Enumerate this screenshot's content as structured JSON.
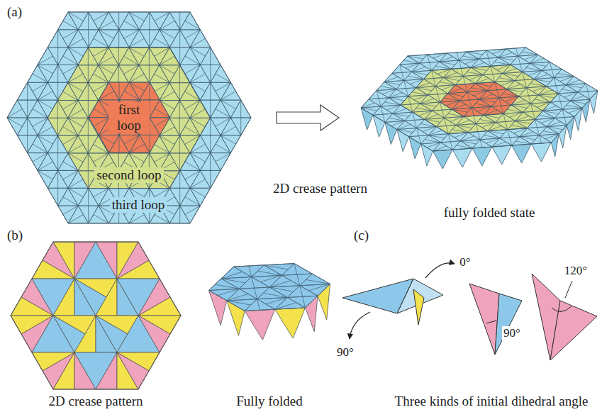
{
  "diagram": {
    "nodes": [
      {
        "text": [
          "third loop"
        ]
      },
      {
        "text": [
          "second loop"
        ],
        "in": 0
      },
      {
        "text": [
          "first loop"
        ],
        "in": 1
      }
    ],
    "labels": [
      "(a)",
      "2D crease pattern",
      "fully folded state",
      "(b)",
      "(c)",
      "0°",
      "90°",
      "90°",
      "120°",
      "2D crease pattern",
      "Fully folded",
      "Three kinds of initial dihedral angle"
    ]
  }
}
